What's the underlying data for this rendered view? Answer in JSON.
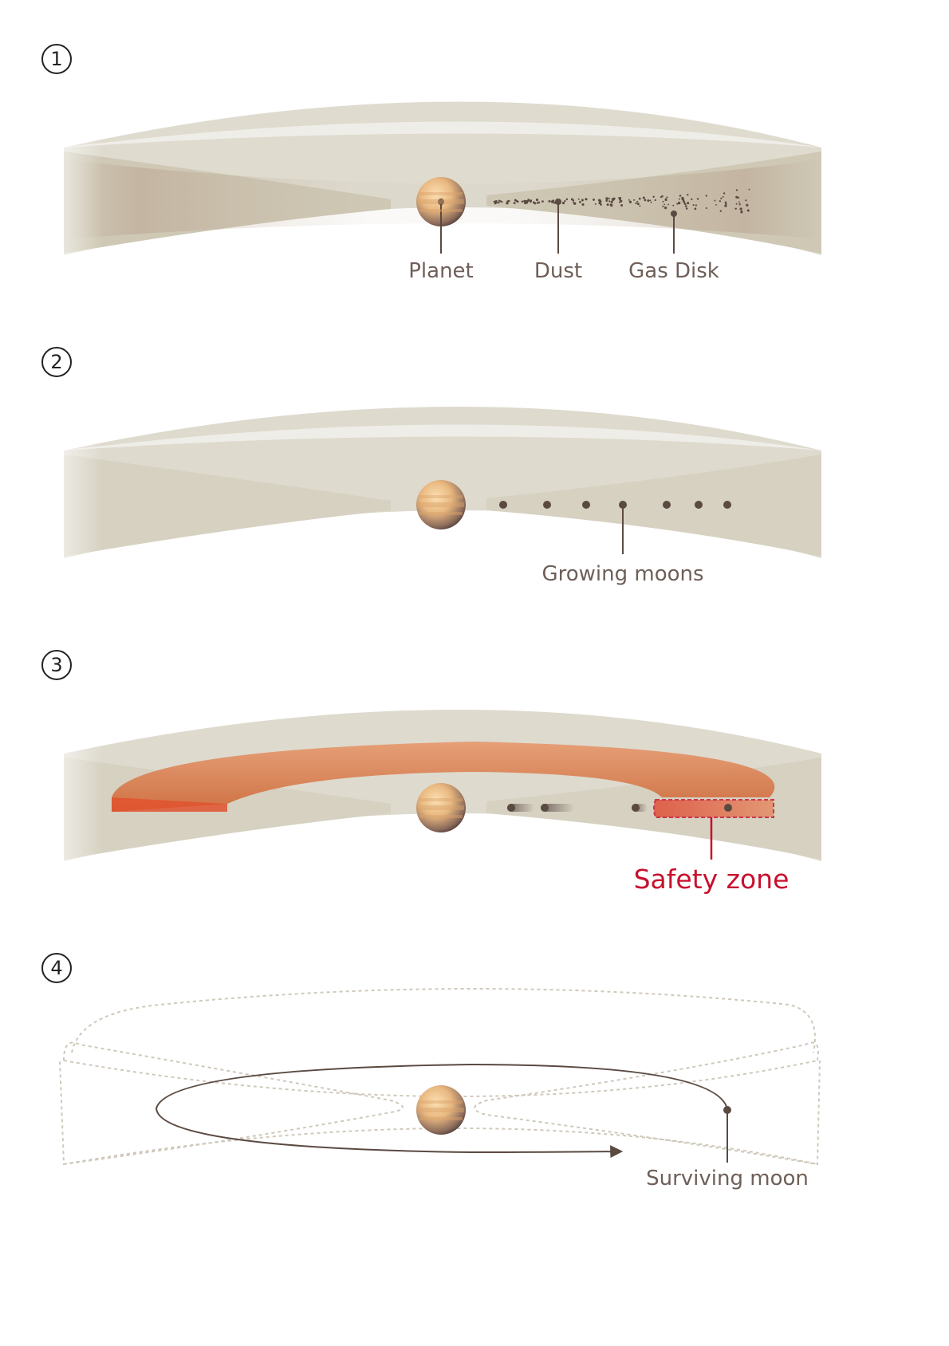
{
  "panels": [
    {
      "number": "1",
      "labels": {
        "planet": "Planet",
        "dust": "Dust",
        "gas_disk": "Gas Disk"
      }
    },
    {
      "number": "2",
      "labels": {
        "growing_moons": "Growing moons"
      }
    },
    {
      "number": "3",
      "labels": {
        "safety_zone": "Safety zone"
      }
    },
    {
      "number": "4",
      "labels": {
        "surviving_moon": "Surviving moon"
      }
    }
  ],
  "colors": {
    "disk_outer": "#d8d4c6",
    "disk_inner": "#cfcab8",
    "disk_reddish": "#b89a8a",
    "dust": "#5a4a42",
    "moon": "#5a4a42",
    "leader_line": "#5a4a42",
    "safety_ring": "#d9703f",
    "safety_zone": "#c8102e",
    "dashed_outline": "#cfc9bb",
    "orbit": "#5a4a42",
    "planet_light": "#f6c98a",
    "planet_band": "#d9a26a",
    "planet_dark": "#4e3a36"
  }
}
